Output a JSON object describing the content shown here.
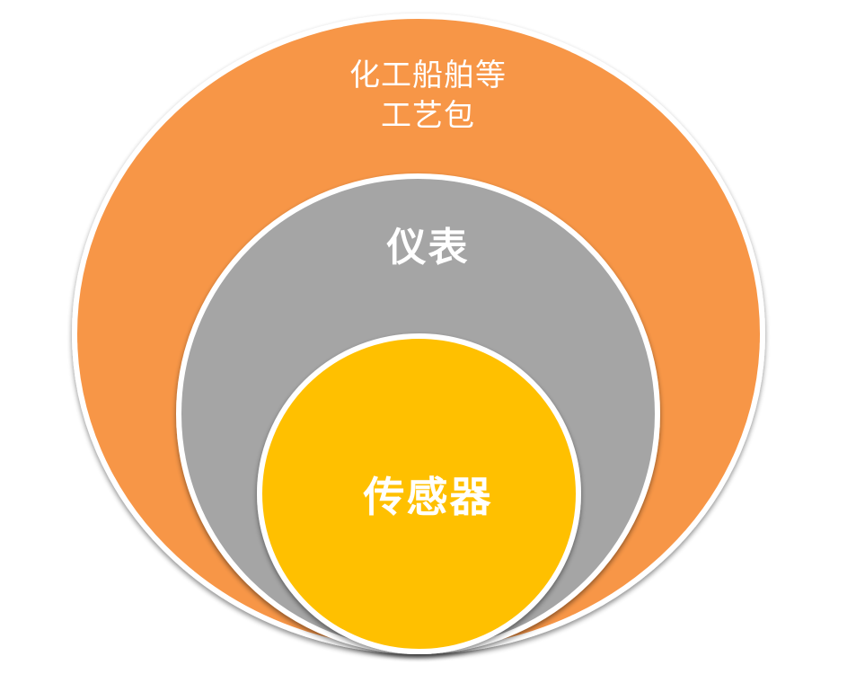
{
  "diagram": {
    "type": "nested-circles",
    "layers": [
      {
        "id": "outer",
        "label_lines": [
          "化工船舶等",
          "工艺包"
        ],
        "color": "#F79646"
      },
      {
        "id": "middle",
        "label": "仪表",
        "color": "#A5A5A5"
      },
      {
        "id": "inner",
        "label": "传感器",
        "color": "#FFC000"
      }
    ],
    "stroke_color": "#FFFFFF"
  }
}
